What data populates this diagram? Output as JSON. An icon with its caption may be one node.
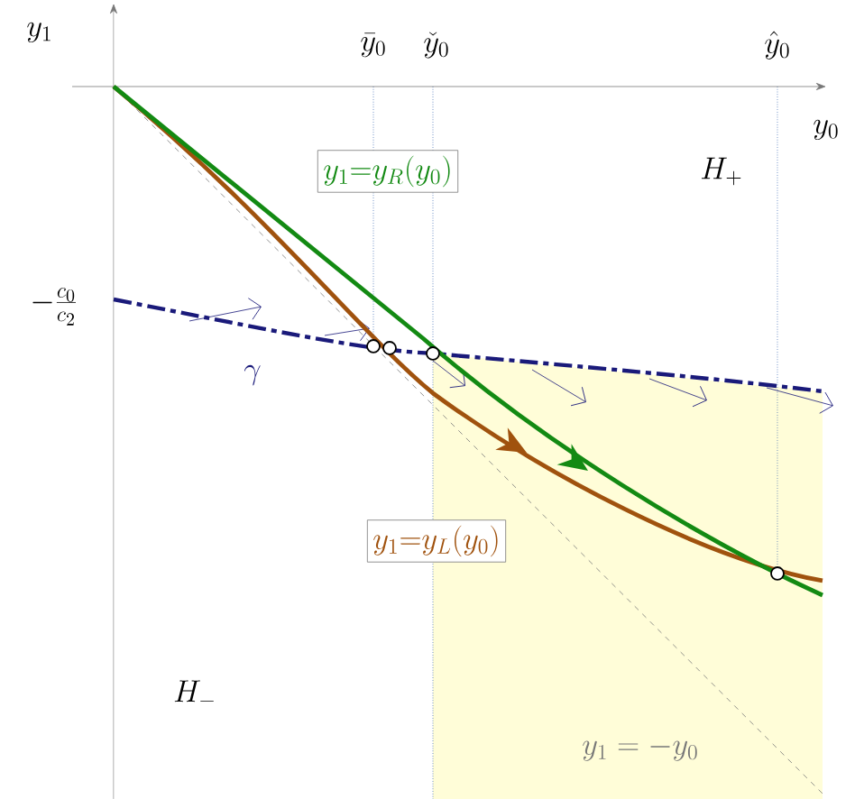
{
  "diagram": {
    "nodes": [
      {
        "text": [
          "y_1{=}y_R(y_0)"
        ]
      },
      {
        "text": [
          "y_1{=}y_L(y_0)"
        ]
      }
    ],
    "labels": [
      "y_1",
      "\\bar{y}_0",
      "\\check{y}_0",
      "\\hat{y}_0",
      "y_0",
      "H_+",
      "-\\frac{c_0}{c_2}",
      "\\gamma",
      "H_-",
      "y_1=-y_0"
    ]
  }
}
